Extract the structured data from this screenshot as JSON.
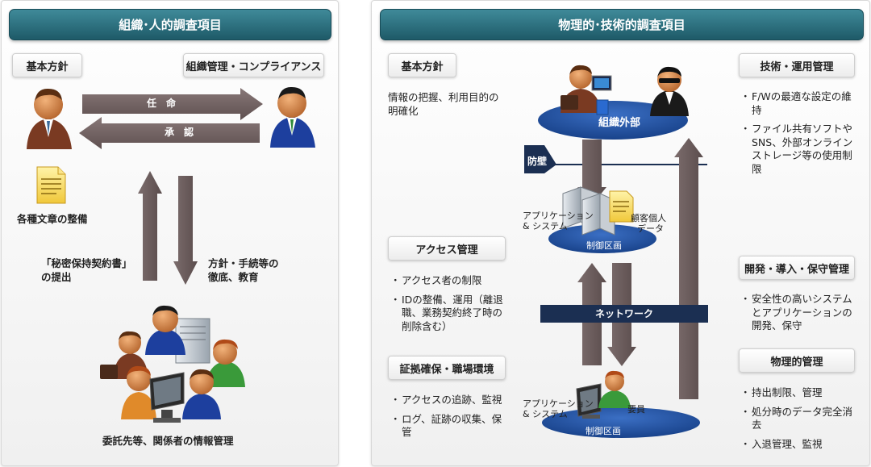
{
  "left_panel": {
    "title": "組織･人的調査項目",
    "label_basic_policy": "基本方針",
    "label_org_compliance": "組織管理・コンプライアンス",
    "arrow_appoint": "任　命",
    "arrow_approve": "承　認",
    "documents_caption": "各種文章の整備",
    "nda_caption_line1": "「秘密保持契約書」",
    "nda_caption_line2": "の提出",
    "policy_caption_line1": "方針・手続等の",
    "policy_caption_line2": "徹底、教育",
    "group_caption": "委託先等、関係者の情報管理"
  },
  "right_panel": {
    "title": "物理的･技術的調査項目",
    "label_basic_policy": "基本方針",
    "basic_policy_line1": "情報の把握、利用目的の",
    "basic_policy_line2": "明確化",
    "outside_org": "組織外部",
    "firewall": "防壁",
    "app_system_line1": "アプリケーション",
    "app_system_line2": "& システム",
    "customer_data_line1": "顧客個人",
    "customer_data_line2": "データ",
    "control_zone": "制御区画",
    "network": "ネットワーク",
    "staff": "要員",
    "label_access_mgmt": "アクセス管理",
    "access_items": [
      "アクセス者の制限",
      "IDの整備、運用（離退職、業務契約終了時の削除含む）"
    ],
    "label_evidence": "証拠確保・職場環境",
    "evidence_items": [
      "アクセスの追跡、監視",
      "ログ、証跡の収集、保管"
    ],
    "label_tech_ops": "技術・運用管理",
    "tech_ops_items": [
      "F/Wの最適な設定の維持",
      "ファイル共有ソフトやSNS、外部オンラインストレージ等の使用制限"
    ],
    "label_dev": "開発・導入・保守管理",
    "dev_items": [
      "安全性の高いシステムとアプリケーションの開発、保守"
    ],
    "label_physical": "物理的管理",
    "physical_items": [
      "持出制限、管理",
      "処分時のデータ完全消去",
      "入退管理、監視"
    ]
  },
  "colors": {
    "header": "#2a6a78",
    "arrow": "#6e6060",
    "ellipse": "#1f4f9e",
    "network_bar": "#1b2f52"
  }
}
